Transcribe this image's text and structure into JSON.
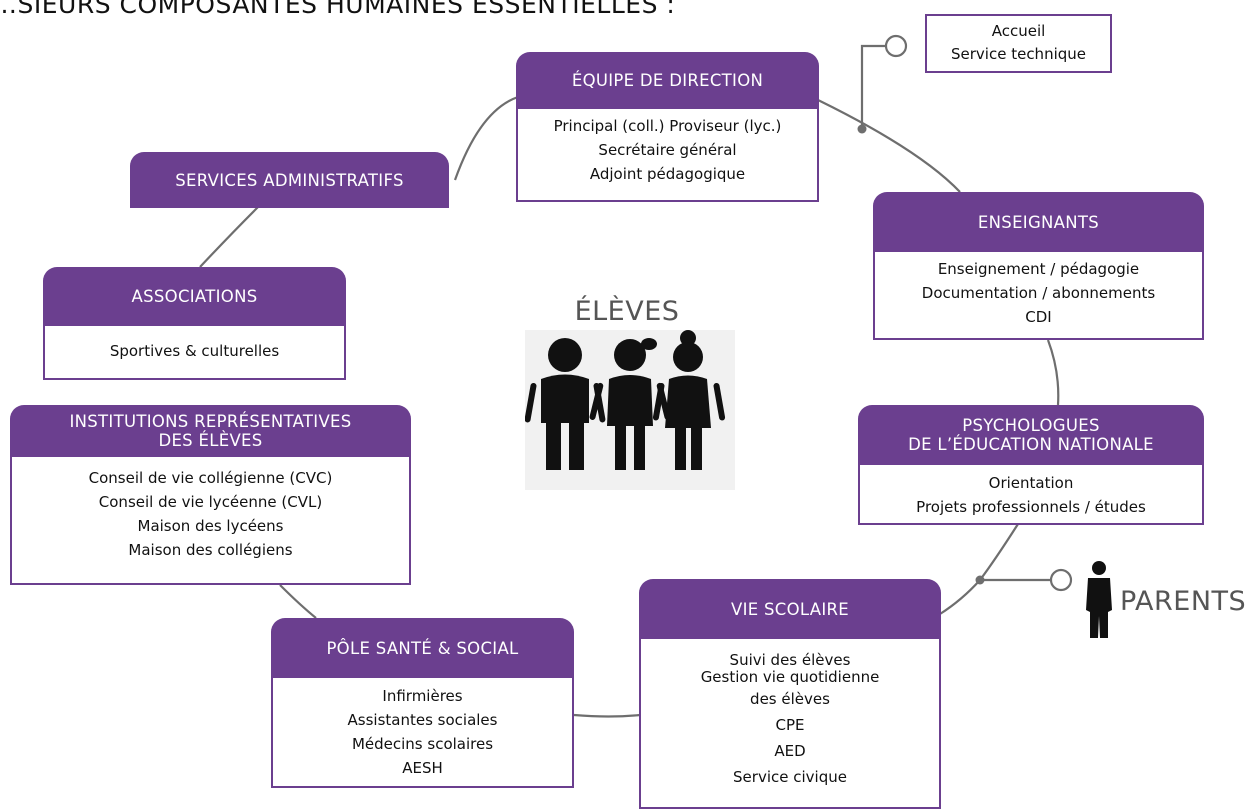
{
  "heading": "…SIEURS COMPOSANTES HUMAINES ESSENTIELLES :",
  "center_label": "ÉLÈVES",
  "parents_label": "PARENTS",
  "accueil_lines": [
    "Accueil",
    "Service technique"
  ],
  "nodes": {
    "direction": {
      "title": "ÉQUIPE DE DIRECTION",
      "lines": [
        "Principal (coll.) Proviseur (lyc.)",
        "Secrétaire général",
        "Adjoint pédagogique"
      ]
    },
    "services_admin": {
      "title": "SERVICES ADMINISTRATIFS"
    },
    "enseignants": {
      "title": "ENSEIGNANTS",
      "lines": [
        "Enseignement / pédagogie",
        "Documentation / abonnements",
        "CDI"
      ]
    },
    "associations": {
      "title": "ASSOCIATIONS",
      "lines": [
        "Sportives & culturelles"
      ]
    },
    "institutions": {
      "title_lines": [
        "INSTITUTIONS REPRÉSENTATIVES",
        "DES ÉLÈVES"
      ],
      "lines": [
        "Conseil de vie collégienne (CVC)",
        "Conseil de vie lycéenne (CVL)",
        "Maison des lycéens",
        "Maison des collégiens"
      ]
    },
    "psychologues": {
      "title_lines": [
        "PSYCHOLOGUES",
        "DE L’ÉDUCATION NATIONALE"
      ],
      "lines": [
        "Orientation",
        "Projets professionnels / études"
      ]
    },
    "vie_scolaire": {
      "title": "VIE SCOLAIRE",
      "lines": [
        "Suivi des élèves",
        "Gestion vie quotidienne",
        "des élèves",
        "CPE",
        "AED",
        "Service civique"
      ]
    },
    "pole_sante": {
      "title": "PÔLE SANTÉ & SOCIAL",
      "lines": [
        "Infirmières",
        "Assistantes sociales",
        "Médecins scolaires",
        "AESH"
      ]
    }
  },
  "colors": {
    "accent": "#6b3f8f",
    "connector": "#6e6e6e",
    "figure": "#111111"
  },
  "icons": [
    "students-group-icon",
    "parent-figure-icon",
    "connector-ring-icon"
  ]
}
